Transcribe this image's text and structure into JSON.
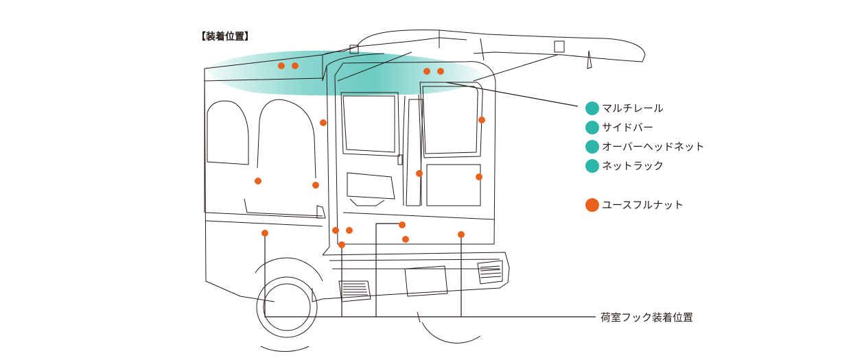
{
  "title": "【装着位置】",
  "legend": {
    "items": [
      {
        "label": "マルチレール",
        "color": "#2cb5a8"
      },
      {
        "label": "サイドバー",
        "color": "#2cb5a8"
      },
      {
        "label": "オーバーヘッドネット",
        "color": "#2cb5a8"
      },
      {
        "label": "ネットラック",
        "color": "#2cb5a8"
      },
      {
        "label": "ユースフルナット",
        "color": "#e8621d"
      }
    ]
  },
  "hook_label": "荷室フック装着位置",
  "colors": {
    "teal": "#2cb5a8",
    "orange": "#e8621d",
    "line": "#231815"
  }
}
